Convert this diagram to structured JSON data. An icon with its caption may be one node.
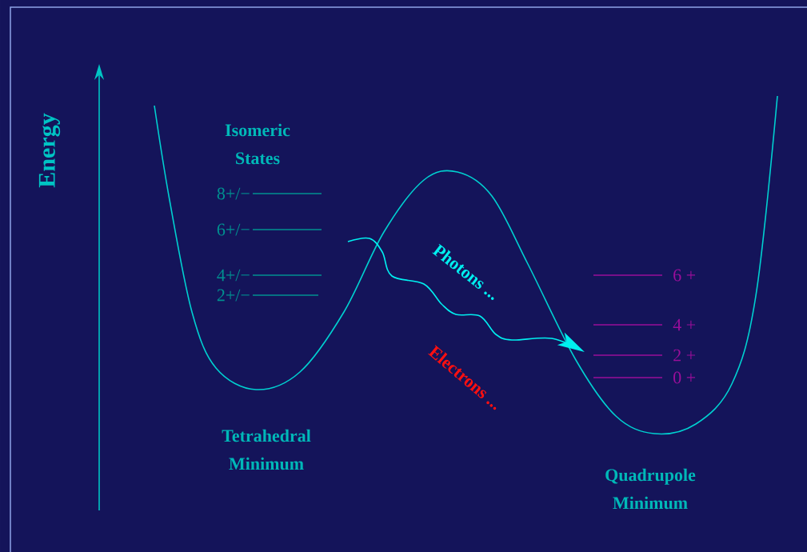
{
  "diagram": {
    "labels": [
      "Energy",
      "Isomeric States",
      "8+/−",
      "6+/−",
      "Photons ...",
      "4+/−",
      "6 +",
      "2+/−",
      "4 +",
      "Electrons ...",
      "2 +",
      "0 +",
      "Tetrahedral Minimum",
      "Quadrupole Minimum"
    ]
  }
}
